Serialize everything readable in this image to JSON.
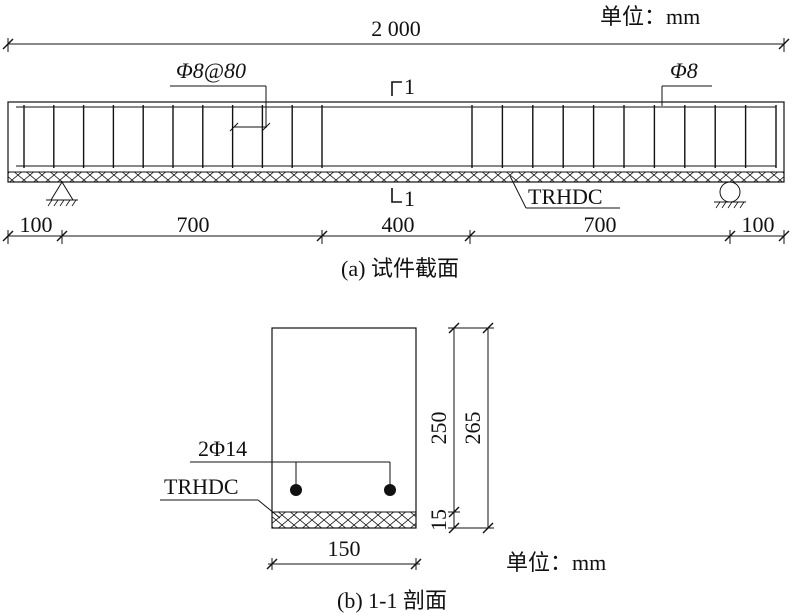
{
  "unit_label": "单位：mm",
  "elevation": {
    "total_length": "2 000",
    "stirrup_left_label": "Φ8@80",
    "stirrup_right_label": "Φ8",
    "section_mark": "1",
    "layer_label": "TRHDC",
    "spans": [
      "100",
      "700",
      "400",
      "700",
      "100"
    ],
    "caption": "(a) 试件截面"
  },
  "section": {
    "height_main": "250",
    "height_total": "265",
    "height_layer": "15",
    "width": "150",
    "bar_label": "2Φ14",
    "layer_label": "TRHDC",
    "unit_label": "单位：mm",
    "caption": "(b) 1-1 剖面"
  },
  "colors": {
    "line": "#111111",
    "background": "#ffffff"
  }
}
